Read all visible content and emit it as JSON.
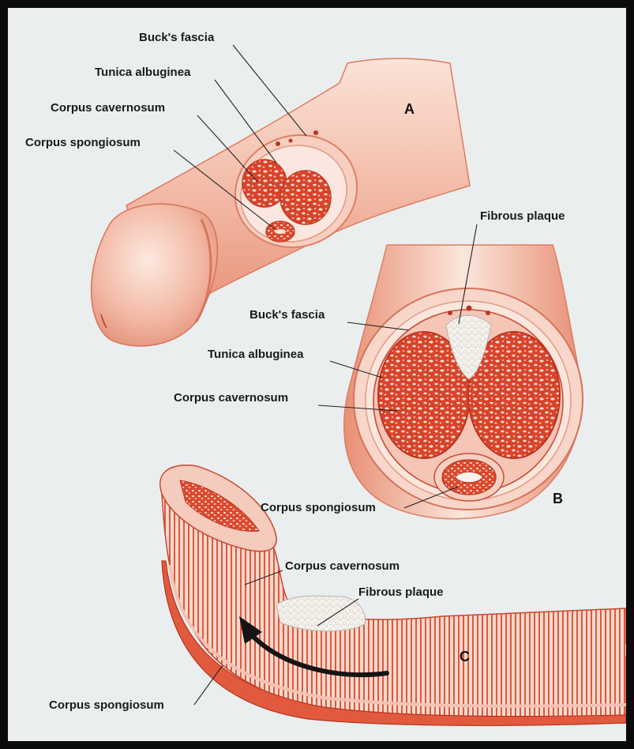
{
  "panels": {
    "a": {
      "letter": "A",
      "labels": {
        "bucks_fascia": "Buck's fascia",
        "tunica_albuginea": "Tunica albuginea",
        "corpus_cavernosum": "Corpus cavernosum",
        "corpus_spongiosum": "Corpus spongiosum"
      }
    },
    "b": {
      "letter": "B",
      "labels": {
        "fibrous_plaque": "Fibrous plaque",
        "bucks_fascia": "Buck's fascia",
        "tunica_albuginea": "Tunica albuginea",
        "corpus_cavernosum": "Corpus cavernosum",
        "corpus_spongiosum": "Corpus spongiosum"
      }
    },
    "c": {
      "letter": "C",
      "labels": {
        "corpus_cavernosum": "Corpus cavernosum",
        "fibrous_plaque": "Fibrous plaque",
        "corpus_spongiosum": "Corpus spongiosum"
      }
    }
  },
  "colors": {
    "background": "#ebeeef",
    "frame": "#0b0b0b",
    "skin_light": "#f6d3c6",
    "skin_mid": "#eeaa94",
    "tissue_red": "#e2553a",
    "tissue_dark": "#c8381f",
    "plaque": "#f4f2ee"
  }
}
